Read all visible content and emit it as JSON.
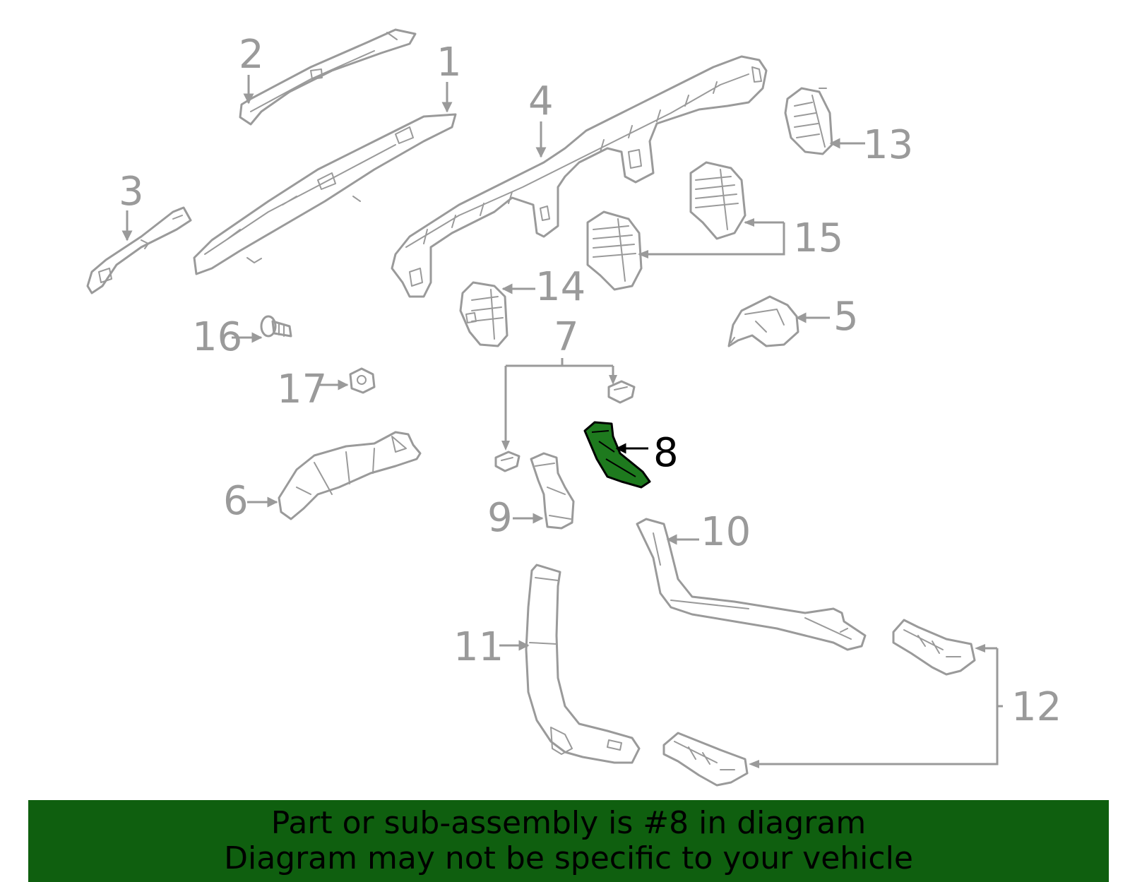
{
  "diagram": {
    "callouts": {
      "c1": "1",
      "c2": "2",
      "c3": "3",
      "c4": "4",
      "c5": "5",
      "c6": "6",
      "c7": "7",
      "c8": "8",
      "c9": "9",
      "c10": "10",
      "c11": "11",
      "c12": "12",
      "c13": "13",
      "c14": "14",
      "c15": "15",
      "c16": "16",
      "c17": "17"
    },
    "highlighted_part": "8",
    "colors": {
      "part_line": "#9a9a9a",
      "highlight_fill": "#1e7a1e",
      "banner_background": "#0f5f0f",
      "banner_text": "#000000"
    }
  },
  "banner": {
    "line1": "Part or sub-assembly is #8 in diagram",
    "line2": "Diagram may not be specific to your vehicle"
  }
}
